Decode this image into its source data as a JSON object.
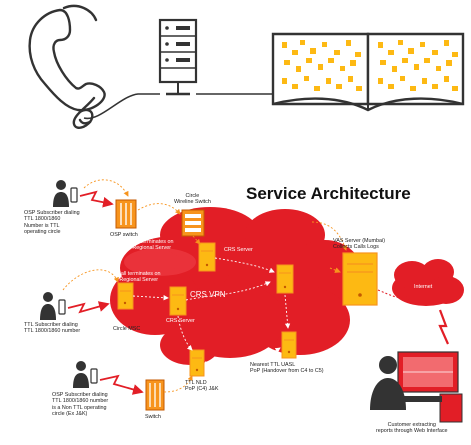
{
  "title": "Service Architecture",
  "vpn_label": "CRS VPN",
  "labels": {
    "osp_subscriber_ttl": [
      "OSP Subscriber dialing",
      "TTL 1800/1860",
      "Number is TTL",
      "operating circle"
    ],
    "osp_switch": "OSP switch",
    "circle_wireline_switch": [
      "Circle",
      "Wireline Switch"
    ],
    "call_terminates_regional_1": [
      "Call terminates on",
      "Regional Server"
    ],
    "call_terminates_regional_2": [
      "Call terminates on",
      "Regional Server"
    ],
    "crs_server_top": "CRS Server",
    "crs_server_mid": "CRS Server",
    "ttl_subscriber": [
      "TTL Subscriber dialing",
      "TTL 1800/1860 number"
    ],
    "circle_msc": "Circle MSC",
    "vas_server": [
      "VAS Server (Mumbai)",
      "Collects Calls Logs"
    ],
    "internet": "Internet",
    "nearest_pop": [
      "Nearest TTL UASL",
      "PoP (Handover from C4 to C5)"
    ],
    "ttl_nld": [
      "TTL NLD",
      "PoP (C4) J&K"
    ],
    "osp_subscriber_non_ttl": [
      "OSP Subscriber dialing",
      "TTL 1800/1860 number",
      "is a Non TTL operating",
      "circle (Ex J&K)"
    ],
    "switch": "Switch",
    "customer_reports": [
      "Customer extracting",
      "reports through Web Interface"
    ]
  },
  "icons": {
    "top": [
      "telephone-handset-icon",
      "server-icon",
      "open-book-icon"
    ],
    "network": [
      "user-with-phone-icon",
      "switch-rack-icon",
      "server-tower-icon",
      "cloud-icon",
      "desktop-computer-icon"
    ]
  },
  "colors": {
    "red": "#e21e26",
    "orange": "#f7941d",
    "yellow": "#fdb913",
    "dark": "#333333"
  }
}
